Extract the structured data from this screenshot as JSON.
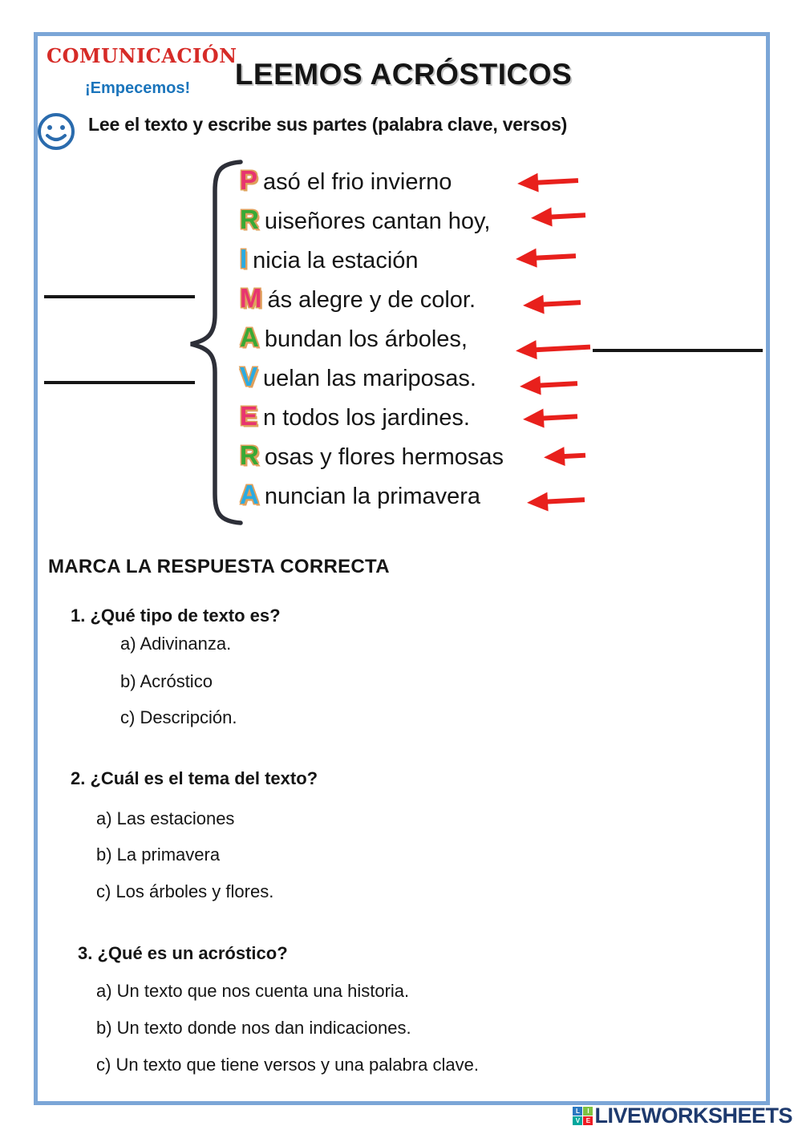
{
  "page": {
    "border_color": "#7ba6d7",
    "background": "#ffffff"
  },
  "header": {
    "subject": "COMUNICACIÓN",
    "subject_color": "#d62b27",
    "start_label": "¡Empecemos!",
    "start_color": "#1b75bc",
    "title": "LEEMOS ACRÓSTICOS",
    "smiley_icon": "smiley-face",
    "smiley_color": "#2a6bad",
    "instruction": "Lee el texto y escribe  sus partes (palabra clave, versos)"
  },
  "poem": {
    "keyword": "PRIMAVERA",
    "initial_outline": "#dfa05c",
    "arrow_color": "#e8201c",
    "brace_color": "#2d2f38",
    "lines": [
      {
        "initial": "P",
        "rest": "asó el frio invierno",
        "color": "#e8346f"
      },
      {
        "initial": "R",
        "rest": "uiseñores cantan hoy,",
        "color": "#39a935"
      },
      {
        "initial": "I",
        "rest": "nicia la estación",
        "color": "#2aabe2"
      },
      {
        "initial": "M",
        "rest": "ás alegre y de color.",
        "color": "#e8346f"
      },
      {
        "initial": "A",
        "rest": "bundan los árboles,",
        "color": "#39a935"
      },
      {
        "initial": "V",
        "rest": "uelan las mariposas.",
        "color": "#2aabe2"
      },
      {
        "initial": "E",
        "rest": "n todos los jardines.",
        "color": "#e8346f"
      },
      {
        "initial": "R",
        "rest": "osas y flores hermosas",
        "color": "#39a935"
      },
      {
        "initial": "A",
        "rest": "nuncian la primavera",
        "color": "#2aabe2"
      }
    ]
  },
  "quiz": {
    "heading": "MARCA LA RESPUESTA CORRECTA",
    "questions": [
      {
        "number_text": "1. ¿Qué tipo de texto es?",
        "options": [
          "a) Adivinanza.",
          "b) Acróstico",
          "c) Descripción."
        ]
      },
      {
        "number_text": "2. ¿Cuál es el tema del texto?",
        "options": [
          "a) Las estaciones",
          "b) La primavera",
          "c) Los árboles y flores."
        ]
      },
      {
        "number_text": "3. ¿Qué es un acróstico?",
        "options": [
          "a) Un texto que nos cuenta una historia.",
          "b) Un texto donde nos dan indicaciones.",
          "c) Un texto que tiene versos y una palabra clave."
        ]
      }
    ]
  },
  "footer": {
    "brand": "LIVEWORKSHEETS",
    "brand_color": "#1e3a6e",
    "logo_squares": [
      {
        "letter": "L",
        "color": "#2b79c2"
      },
      {
        "letter": "I",
        "color": "#7ec242"
      },
      {
        "letter": "V",
        "color": "#00a79d"
      },
      {
        "letter": "E",
        "color": "#ed1c24"
      }
    ]
  }
}
